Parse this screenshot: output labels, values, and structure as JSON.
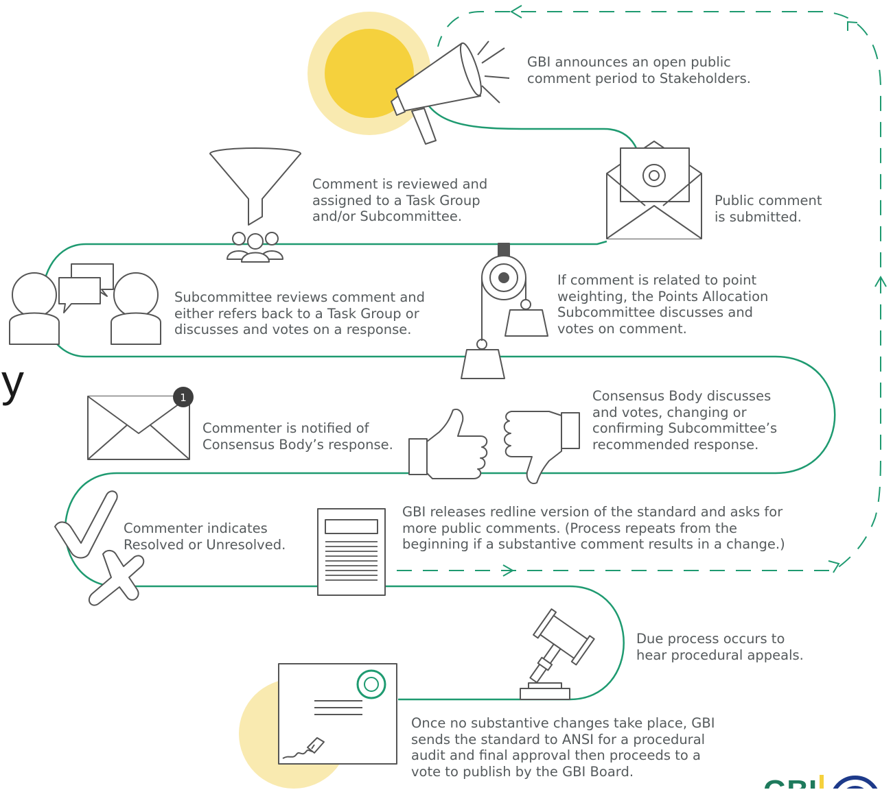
{
  "colors": {
    "path": "#1e9a70",
    "icon_stroke": "#555555",
    "sun_outer": "#f9eab0",
    "sun_inner": "#f5d13d",
    "badge": "#3e3e3e",
    "seal": "#1e9a70",
    "text": "#555a5c"
  },
  "edge_fragment": "y",
  "steps": [
    {
      "id": "announce",
      "icon": "megaphone-icon",
      "lines": [
        "GBI announces an open public",
        "comment period to Stakeholders."
      ]
    },
    {
      "id": "submit",
      "icon": "email-envelope-icon",
      "lines": [
        "Public comment",
        "is submitted."
      ]
    },
    {
      "id": "review",
      "icon": "funnel-group-icon",
      "lines": [
        "Comment is reviewed and",
        "assigned to a Task Group",
        "and/or Subcommittee."
      ]
    },
    {
      "id": "points",
      "icon": "pulley-weights-icon",
      "lines": [
        "If comment is related to point",
        "weighting, the Points Allocation",
        "Subcommittee discusses and",
        "votes on comment."
      ]
    },
    {
      "id": "subcommittee",
      "icon": "discussion-people-icon",
      "lines": [
        "Subcommittee reviews comment and",
        "either refers back to a Task Group or",
        "discusses and votes on a response."
      ]
    },
    {
      "id": "consensus",
      "icon": "thumbs-up-down-icon",
      "lines": [
        "Consensus Body discusses",
        "and votes, changing or",
        "confirming Subcommittee’s",
        "recommended response."
      ]
    },
    {
      "id": "notify",
      "icon": "notification-envelope-icon",
      "lines": [
        "Commenter is notified of",
        "Consensus Body’s response."
      ]
    },
    {
      "id": "resolve",
      "icon": "check-cross-icon",
      "lines": [
        "Commenter indicates",
        "Resolved or Unresolved."
      ]
    },
    {
      "id": "redline",
      "icon": "document-icon",
      "lines": [
        "GBI releases redline version of the standard and asks for",
        "more public comments. (Process repeats from the",
        "beginning if a substantive comment results in a change.)"
      ]
    },
    {
      "id": "appeal",
      "icon": "gavel-icon",
      "lines": [
        "Due process occurs to",
        "hear procedural appeals."
      ]
    },
    {
      "id": "final",
      "icon": "certificate-icon",
      "lines": [
        "Once no substantive changes take place, GBI",
        "sends the standard to ANSI for a procedural",
        "audit and final approval then proceeds to a",
        "vote to publish by the GBI Board."
      ]
    }
  ],
  "notification_count": "1",
  "logo": {
    "text": "GBI"
  }
}
